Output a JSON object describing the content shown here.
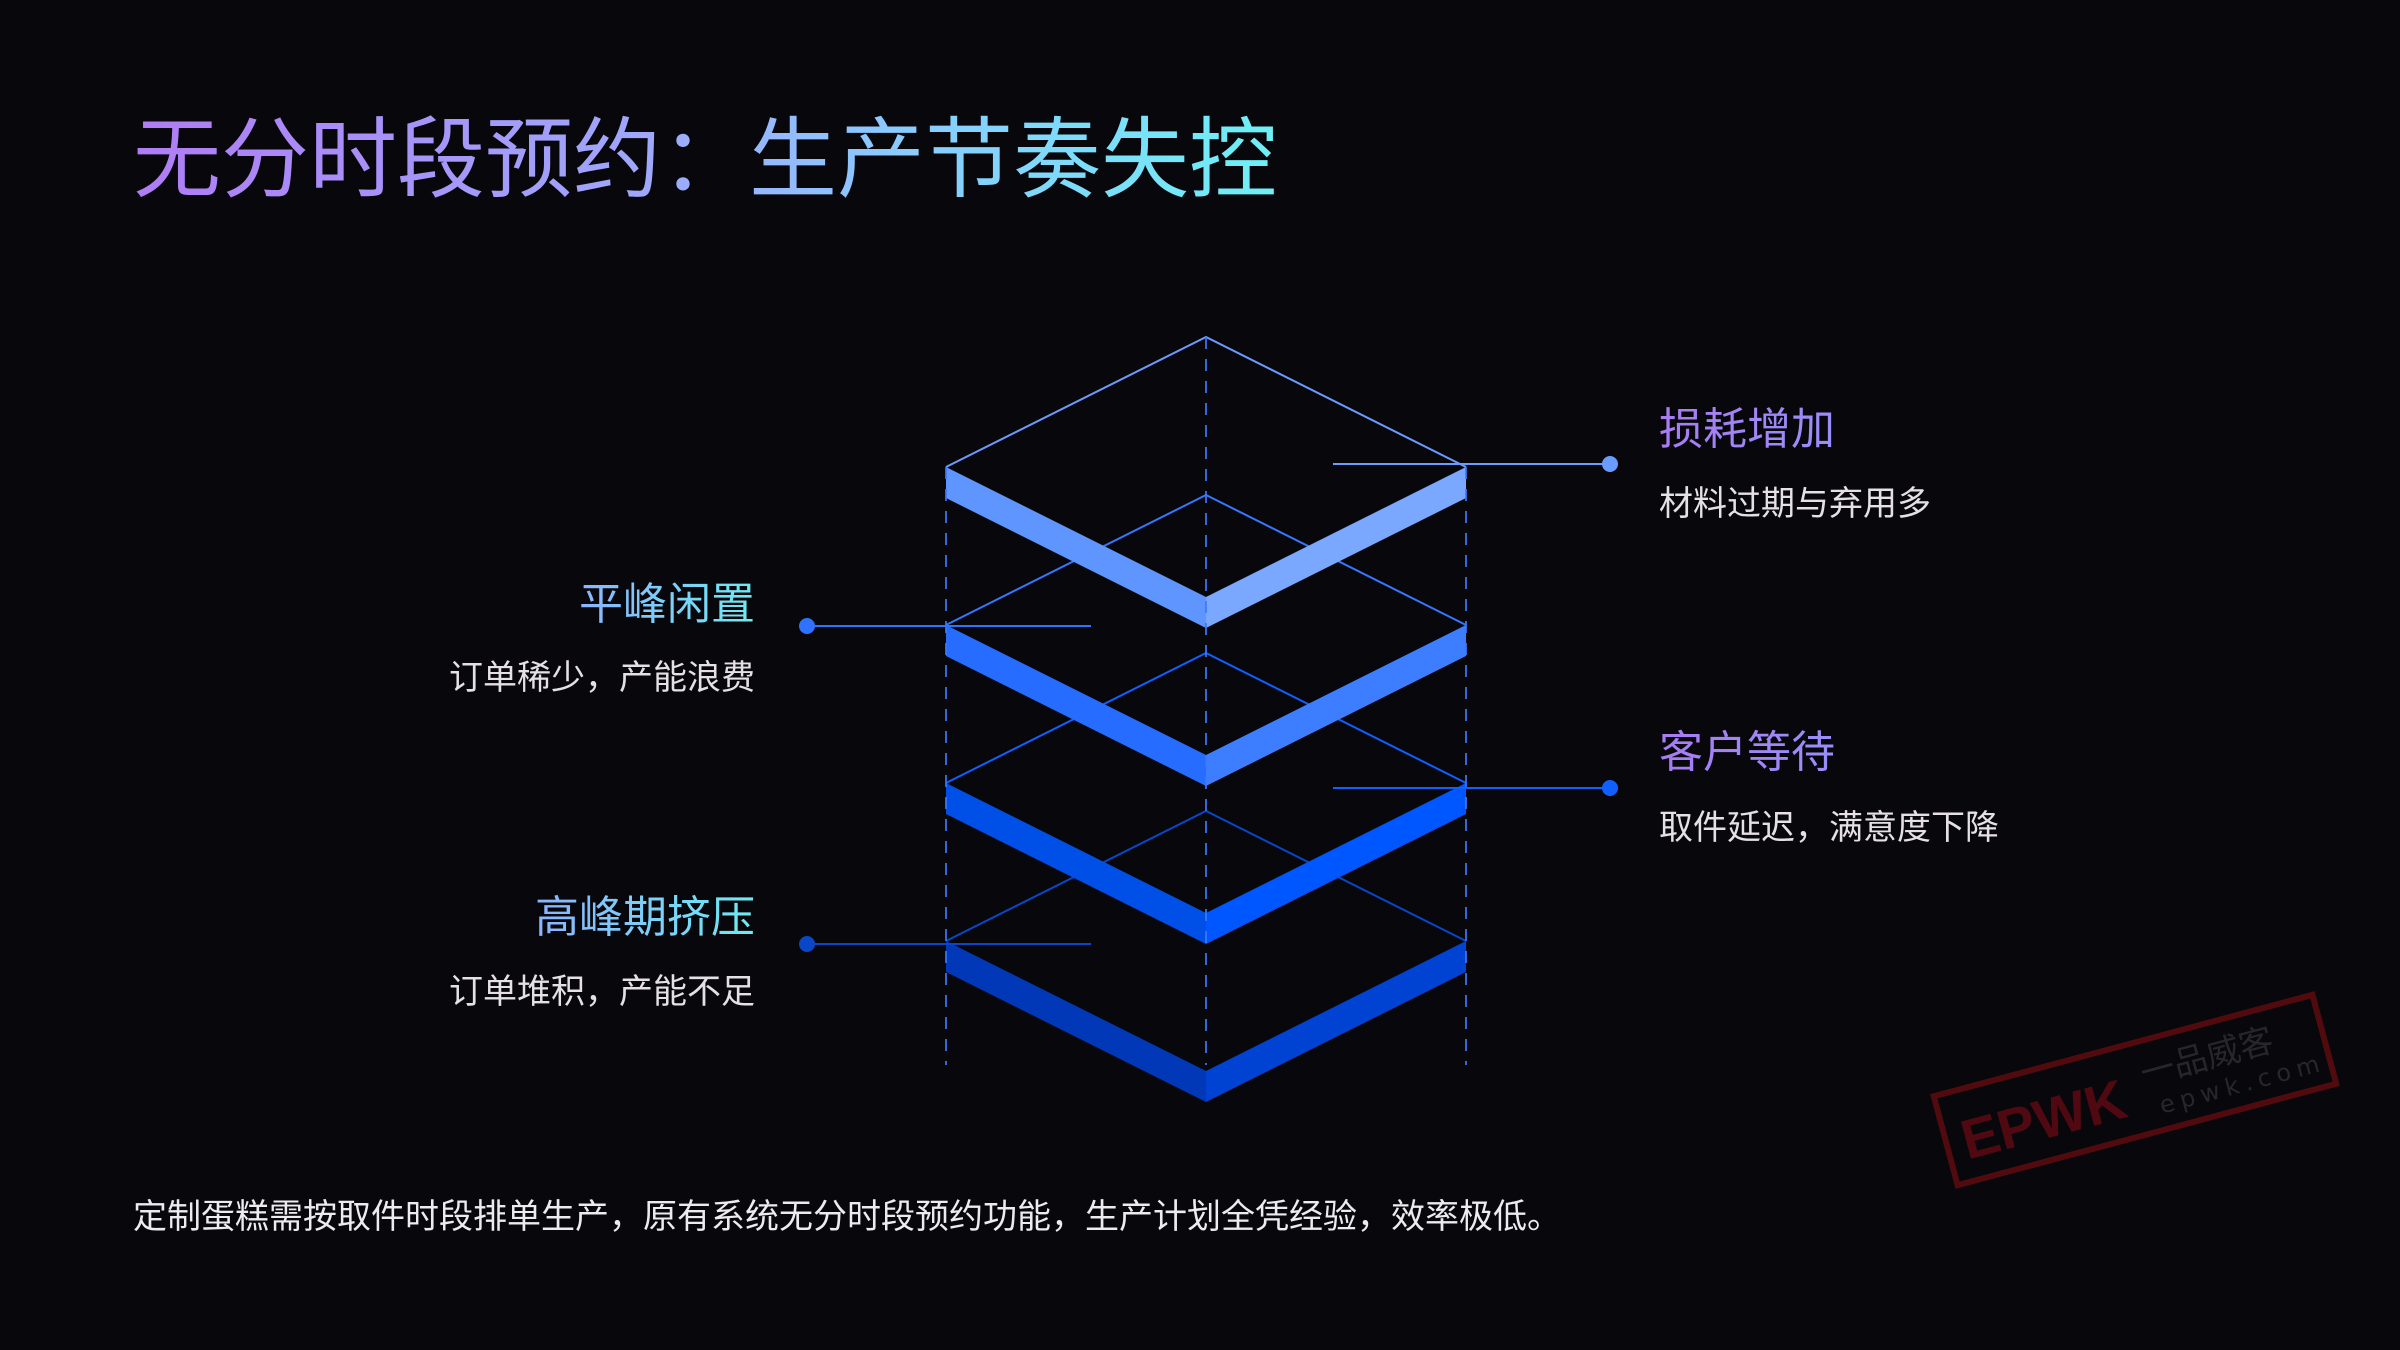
{
  "title": "无分时段预约：生产节奏失控",
  "diagram": {
    "layers": [
      {
        "left_color": "#5f95ff",
        "right_color": "#7aa8ff",
        "line_color": "#6a9cff"
      },
      {
        "left_color": "#256cff",
        "right_color": "#3d7dff",
        "line_color": "#3576ff"
      },
      {
        "left_color": "#0050e8",
        "right_color": "#0057ff",
        "line_color": "#1060ff"
      },
      {
        "left_color": "#0038b8",
        "right_color": "#0042d2",
        "line_color": "#0a46c8"
      }
    ]
  },
  "callouts": [
    {
      "title": "损耗增加",
      "desc": "材料过期与弃用多"
    },
    {
      "title": "平峰闲置",
      "desc": "订单稀少，产能浪费"
    },
    {
      "title": "客户等待",
      "desc": "取件延迟，满意度下降"
    },
    {
      "title": "高峰期挤压",
      "desc": "订单堆积，产能不足"
    }
  ],
  "footer": "定制蛋糕需按取件时段排单生产，原有系统无分时段预约功能，生产计划全凭经验，效率极低。",
  "watermark": {
    "brand": "EPWK",
    "cn": "一品威客",
    "url": "epwk.com"
  }
}
